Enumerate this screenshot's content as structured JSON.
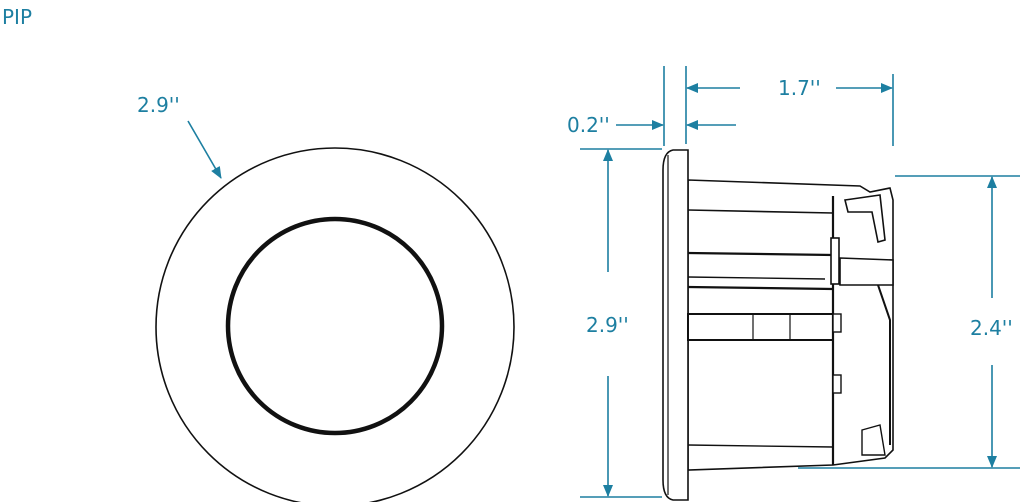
{
  "title": "PIP",
  "front_view": {
    "diameter_label": "2.9''"
  },
  "side_view": {
    "flange_depth_label": "0.2''",
    "body_depth_label": "1.7''",
    "flange_height_label": "2.9''",
    "body_height_label": "2.4''"
  },
  "colors": {
    "accent": "#1d7fa1",
    "line": "#111111"
  }
}
